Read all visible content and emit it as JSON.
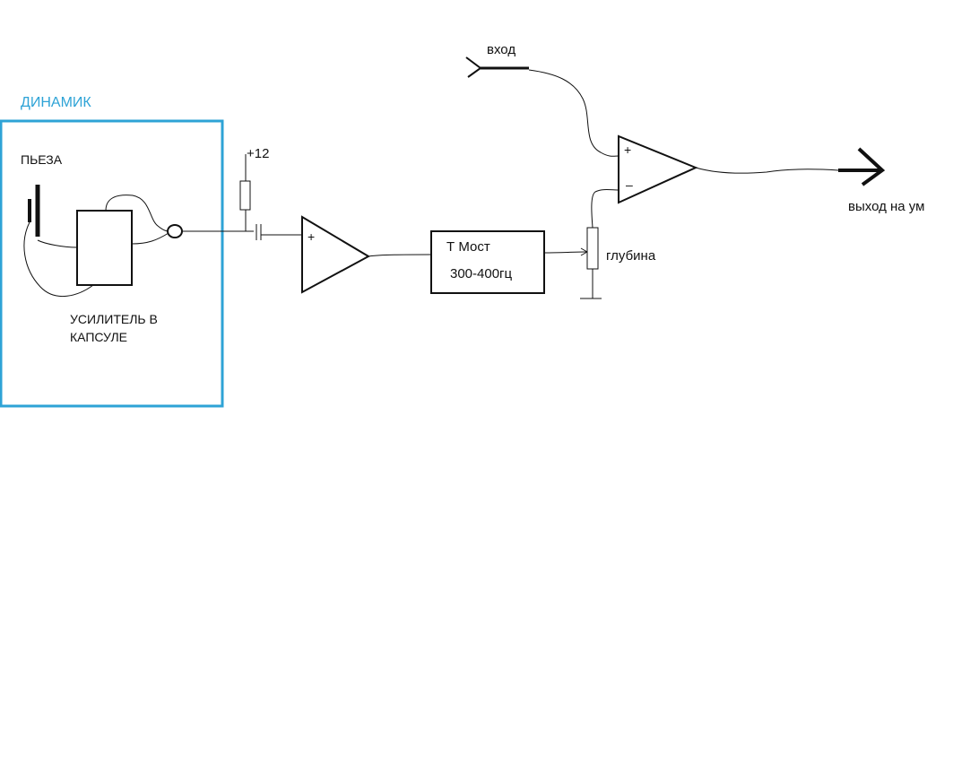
{
  "labels": {
    "speaker_box": "ДИНАМИК",
    "piezo": "ПЬЕЗА",
    "amp_in_capsule_line1": "УСИЛИТЕЛЬ В",
    "amp_in_capsule_line2": "КАПСУЛЕ",
    "supply": "+12",
    "input": "вход",
    "output": "выход  на ум",
    "depth": "глубина",
    "tbridge_line1": "Т Мост",
    "tbridge_line2": "300-400гц",
    "plus_sign": "+",
    "minus_sign": "–"
  },
  "colors": {
    "speaker_box": "#2ea3d6",
    "lines": "#111111",
    "background": "#ffffff"
  }
}
